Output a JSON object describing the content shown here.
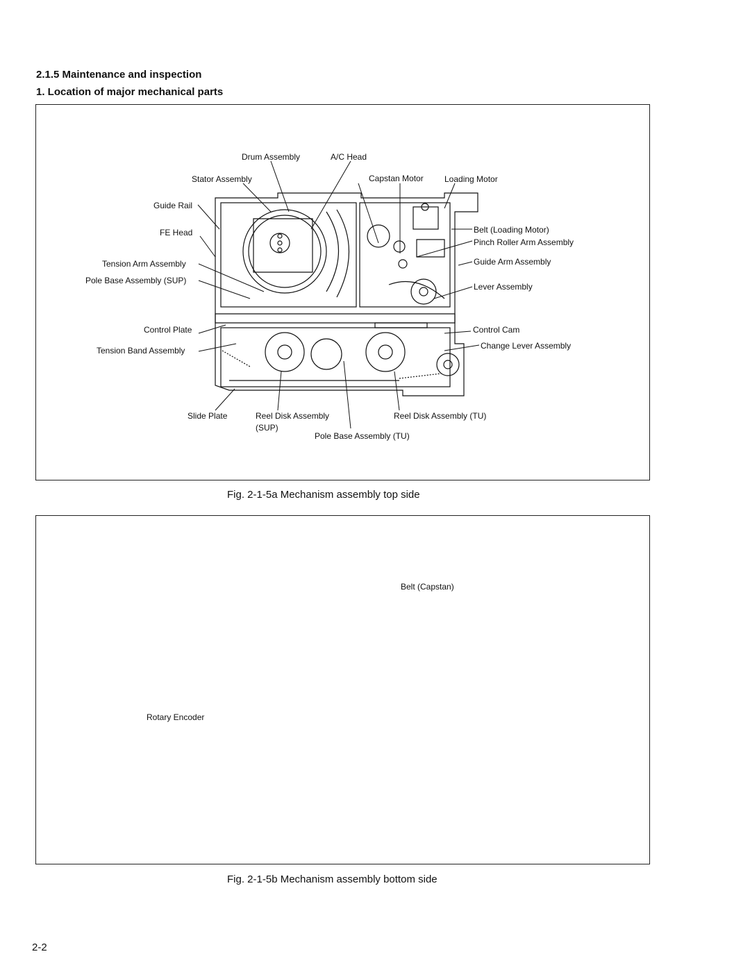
{
  "header": {
    "section": "2.1.5  Maintenance and inspection",
    "subsection": "1. Location of major mechanical parts"
  },
  "figure_top": {
    "caption": "Fig. 2-1-5a    Mechanism assembly top side",
    "labels": {
      "drum_assembly": "Drum  Assembly",
      "ac_head": "A/C  Head",
      "stator_assembly": "Stator  Assembly",
      "capstan_motor": "Capstan  Motor",
      "loading_motor": "Loading  Motor",
      "guide_rail": "Guide  Rail",
      "fe_head": "FE  Head",
      "belt_loading_motor": "Belt (Loading  Motor)",
      "pinch_roller_arm_assembly": "Pinch  Roller  Arm  Assembly",
      "tension_arm_assembly": "Tension  Arm  Assembly",
      "guide_arm_assembly": "Guide  Arm  Assembly",
      "pole_base_assembly_sup": "Pole  Base  Assembly (SUP)",
      "lever_assembly": "Lever  Assembly",
      "control_plate": "Control  Plate",
      "control_cam": "Control  Cam",
      "tension_band_assembly": "Tension  Band  Assembly",
      "change_lever_assembly": "Change  Lever  Assembly",
      "slide_plate": "Slide  Plate",
      "reel_disk_assembly_sup_1": "Reel  Disk  Assembly",
      "reel_disk_assembly_sup_2": "(SUP)",
      "reel_disk_assembly_tu": "Reel  Disk  Assembly (TU)",
      "pole_base_assembly_tu": "Pole  Base  Assembly (TU)"
    }
  },
  "figure_bottom": {
    "caption": "Fig. 2-1-5b    Mechanism assembly bottom side",
    "labels": {
      "belt_capstan": "Belt (Capstan)",
      "rotary_encoder": "Rotary  Encoder"
    }
  },
  "footer": {
    "page_number": "2-2"
  }
}
